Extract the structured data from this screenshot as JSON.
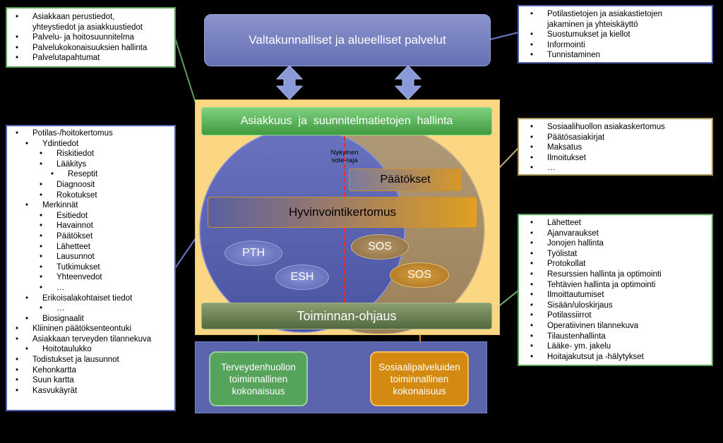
{
  "top_banner": "Valtakunnalliset ja alueelliset palvelut",
  "bar_client": "Asiakkuus  ja  suunnitelmatietojen  hallinta",
  "bar_ops": "Toiminnan-ohjaus",
  "hyvinvointi": "Hyvinvointikertomus",
  "paatokset": "Päätökset",
  "nykyinen": [
    "Nykyinen",
    "sote-raja"
  ],
  "ellipses": {
    "pth": "PTH",
    "esh": "ESH",
    "sos1": "SOS",
    "sos2": "SOS"
  },
  "units": {
    "health": [
      "Terveydenhuollon",
      "toiminnallinen",
      "kokonaisuus"
    ],
    "social": [
      "Sosiaalipalveluiden",
      "toiminnallinen",
      "kokonaisuus"
    ]
  },
  "colors": {
    "health": "#56a35c",
    "social": "#d48a10",
    "frame": "#fbd783",
    "banner": "#7a83c2"
  },
  "box_top_left": [
    {
      "level": 0,
      "lines": [
        "Asiakkaan perustiedot,",
        "yhteystiedot ja asiakkuustiedot"
      ]
    },
    {
      "level": 0,
      "lines": [
        "Palvelu- ja hoitosuunnitelma"
      ]
    },
    {
      "level": 0,
      "lines": [
        "Palvelukokonaisuuksien hallinta"
      ]
    },
    {
      "level": 0,
      "lines": [
        "Palvelutapahtumat"
      ]
    }
  ],
  "box_left": [
    {
      "level": 0,
      "text": "Potilas-/hoitokertomus"
    },
    {
      "level": 1,
      "text": "Ydintiedot"
    },
    {
      "level": 2,
      "text": "Riskitiedot"
    },
    {
      "level": 2,
      "text": "Lääkitys"
    },
    {
      "level": 3,
      "text": "Reseptit"
    },
    {
      "level": 2,
      "text": "Diagnoosit"
    },
    {
      "level": 2,
      "text": "Rokotukset"
    },
    {
      "level": 1,
      "text": "Merkinnät"
    },
    {
      "level": 2,
      "text": "Esitiedot"
    },
    {
      "level": 2,
      "text": "Havainnot"
    },
    {
      "level": 2,
      "text": "Päätökset"
    },
    {
      "level": 2,
      "text": "Lähetteet"
    },
    {
      "level": 2,
      "text": "Lausunnot"
    },
    {
      "level": 2,
      "text": "Tutkimukset"
    },
    {
      "level": 2,
      "text": "Yhteenvedot"
    },
    {
      "level": 2,
      "text": "…"
    },
    {
      "level": 1,
      "text": "Erikoisalakohtaiset tiedot"
    },
    {
      "level": 2,
      "text": "…"
    },
    {
      "level": 1,
      "text": "Biosignaalit"
    },
    {
      "level": 0,
      "text": "Kliininen päätöksenteontuki"
    },
    {
      "level": 0,
      "text": "Asiakkaan terveyden tilannekuva"
    },
    {
      "level": 1,
      "text": "Hoitotaulukko"
    },
    {
      "level": 0,
      "text": "Todistukset ja lausunnot"
    },
    {
      "level": 0,
      "text": "Kehonkartta"
    },
    {
      "level": 0,
      "text": "Suun kartta"
    },
    {
      "level": 0,
      "text": "Kasvukäyrät"
    }
  ],
  "box_top_right": [
    {
      "lines": [
        "Potilastietojen ja asiakastietojen",
        "jakaminen ja yhteiskäyttö"
      ]
    },
    {
      "lines": [
        "Suostumukset ja kiellot"
      ]
    },
    {
      "lines": [
        "Informointi"
      ]
    },
    {
      "lines": [
        "Tunnistaminen"
      ]
    }
  ],
  "box_mid_right": [
    "Sosiaalihuollon asiakaskertomus",
    "Päätösasiakirjat",
    "Maksatus",
    "Ilmoitukset",
    "…"
  ],
  "box_bottom_right": [
    "Lähetteet",
    "Ajanvaraukset",
    "Jonojen hallinta",
    "Työlistat",
    "Protokollat",
    "Resurssien hallinta ja optimointi",
    "Tehtävien  hallinta ja optimointi",
    "Ilmoittautumiset",
    "Sisään/uloskirjaus",
    "Potilassiirrot",
    "Operatiivinen tilannekuva",
    "Tilaustenhallinta",
    "Lääke- ym. jakelu",
    "Hoitajakutsut ja -hälytykset"
  ]
}
